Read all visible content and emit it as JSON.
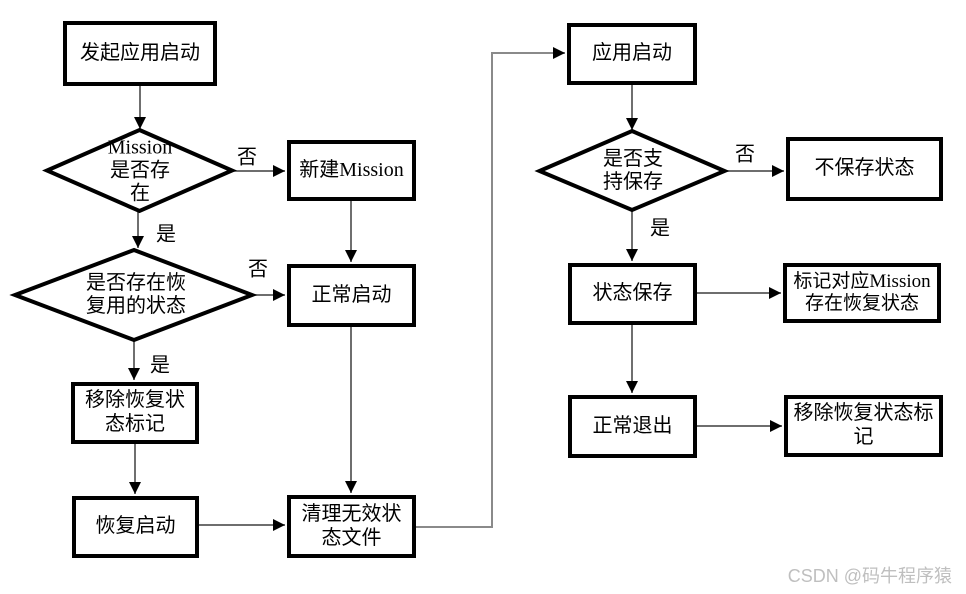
{
  "nodes": {
    "start": {
      "label": "发起应用启动"
    },
    "mission_exists": {
      "label": "Mission 是否存在"
    },
    "new_mission": {
      "label": "新建Mission"
    },
    "recovery_state_exists": {
      "label": "是否存在恢复用的状态"
    },
    "normal_start": {
      "label": "正常启动"
    },
    "remove_recovery_mark": {
      "label": "移除恢复状态标记"
    },
    "recovery_start": {
      "label": "恢复启动"
    },
    "clean_invalid_state": {
      "label": "清理无效状态文件"
    },
    "app_start": {
      "label": "应用启动"
    },
    "support_save": {
      "label": "是否支持保存"
    },
    "no_save_state": {
      "label": "不保存状态"
    },
    "state_save": {
      "label": "状态保存"
    },
    "mark_mission_recovery": {
      "label": "标记对应Mission存在恢复状态"
    },
    "normal_exit": {
      "label": "正常退出"
    },
    "remove_recovery_mark_exit": {
      "label": "移除恢复状态标记"
    }
  },
  "edge_labels": {
    "no": "否",
    "yes": "是"
  },
  "watermark": "CSDN @码牛程序猿",
  "colors": {
    "node_border": "#000000",
    "connector": "#3f3f3f",
    "loop_connector": "#8a8a8a",
    "arrowhead": "#000000",
    "watermark": "#bfbfbf"
  }
}
